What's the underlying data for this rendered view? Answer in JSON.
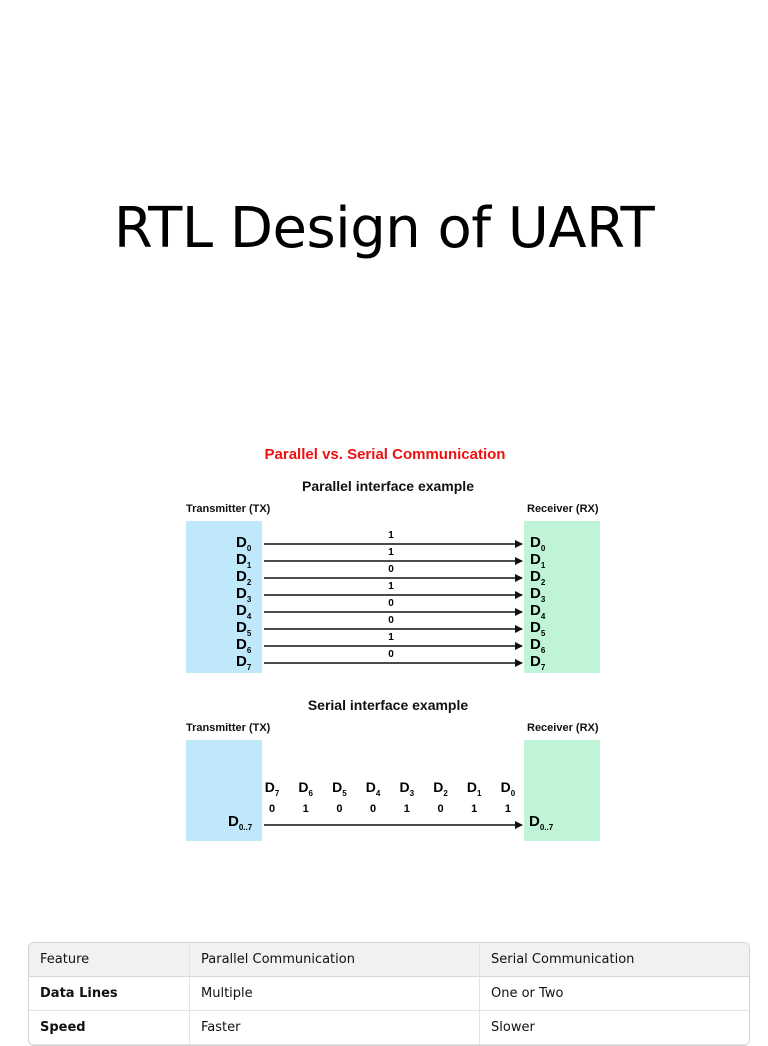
{
  "slide": {
    "title": "RTL Design of UART"
  },
  "diagram": {
    "title": "Parallel vs. Serial Communication",
    "parallel": {
      "subtitle": "Parallel interface example",
      "tx_label": "Transmitter (TX)",
      "rx_label": "Receiver (RX)",
      "lines": [
        {
          "name": "D",
          "sub": "0",
          "bit": "1"
        },
        {
          "name": "D",
          "sub": "1",
          "bit": "1"
        },
        {
          "name": "D",
          "sub": "2",
          "bit": "0"
        },
        {
          "name": "D",
          "sub": "3",
          "bit": "1"
        },
        {
          "name": "D",
          "sub": "4",
          "bit": "0"
        },
        {
          "name": "D",
          "sub": "5",
          "bit": "0"
        },
        {
          "name": "D",
          "sub": "6",
          "bit": "1"
        },
        {
          "name": "D",
          "sub": "7",
          "bit": "0"
        }
      ]
    },
    "serial": {
      "subtitle": "Serial interface example",
      "tx_label": "Transmitter (TX)",
      "rx_label": "Receiver (RX)",
      "bus_name": "D",
      "bus_sub": "0..7",
      "stream": [
        {
          "name": "D",
          "sub": "7",
          "bit": "0"
        },
        {
          "name": "D",
          "sub": "6",
          "bit": "1"
        },
        {
          "name": "D",
          "sub": "5",
          "bit": "0"
        },
        {
          "name": "D",
          "sub": "4",
          "bit": "0"
        },
        {
          "name": "D",
          "sub": "3",
          "bit": "1"
        },
        {
          "name": "D",
          "sub": "2",
          "bit": "0"
        },
        {
          "name": "D",
          "sub": "1",
          "bit": "1"
        },
        {
          "name": "D",
          "sub": "0",
          "bit": "1"
        }
      ]
    },
    "colors": {
      "title": "#ee1111",
      "tx": "#bfe8fb",
      "rx": "#bff5d6"
    }
  },
  "table": {
    "headers": [
      "Feature",
      "Parallel Communication",
      "Serial Communication"
    ],
    "rows": [
      [
        "Data Lines",
        "Multiple",
        "One or Two"
      ],
      [
        "Speed",
        "Faster",
        "Slower"
      ]
    ]
  }
}
